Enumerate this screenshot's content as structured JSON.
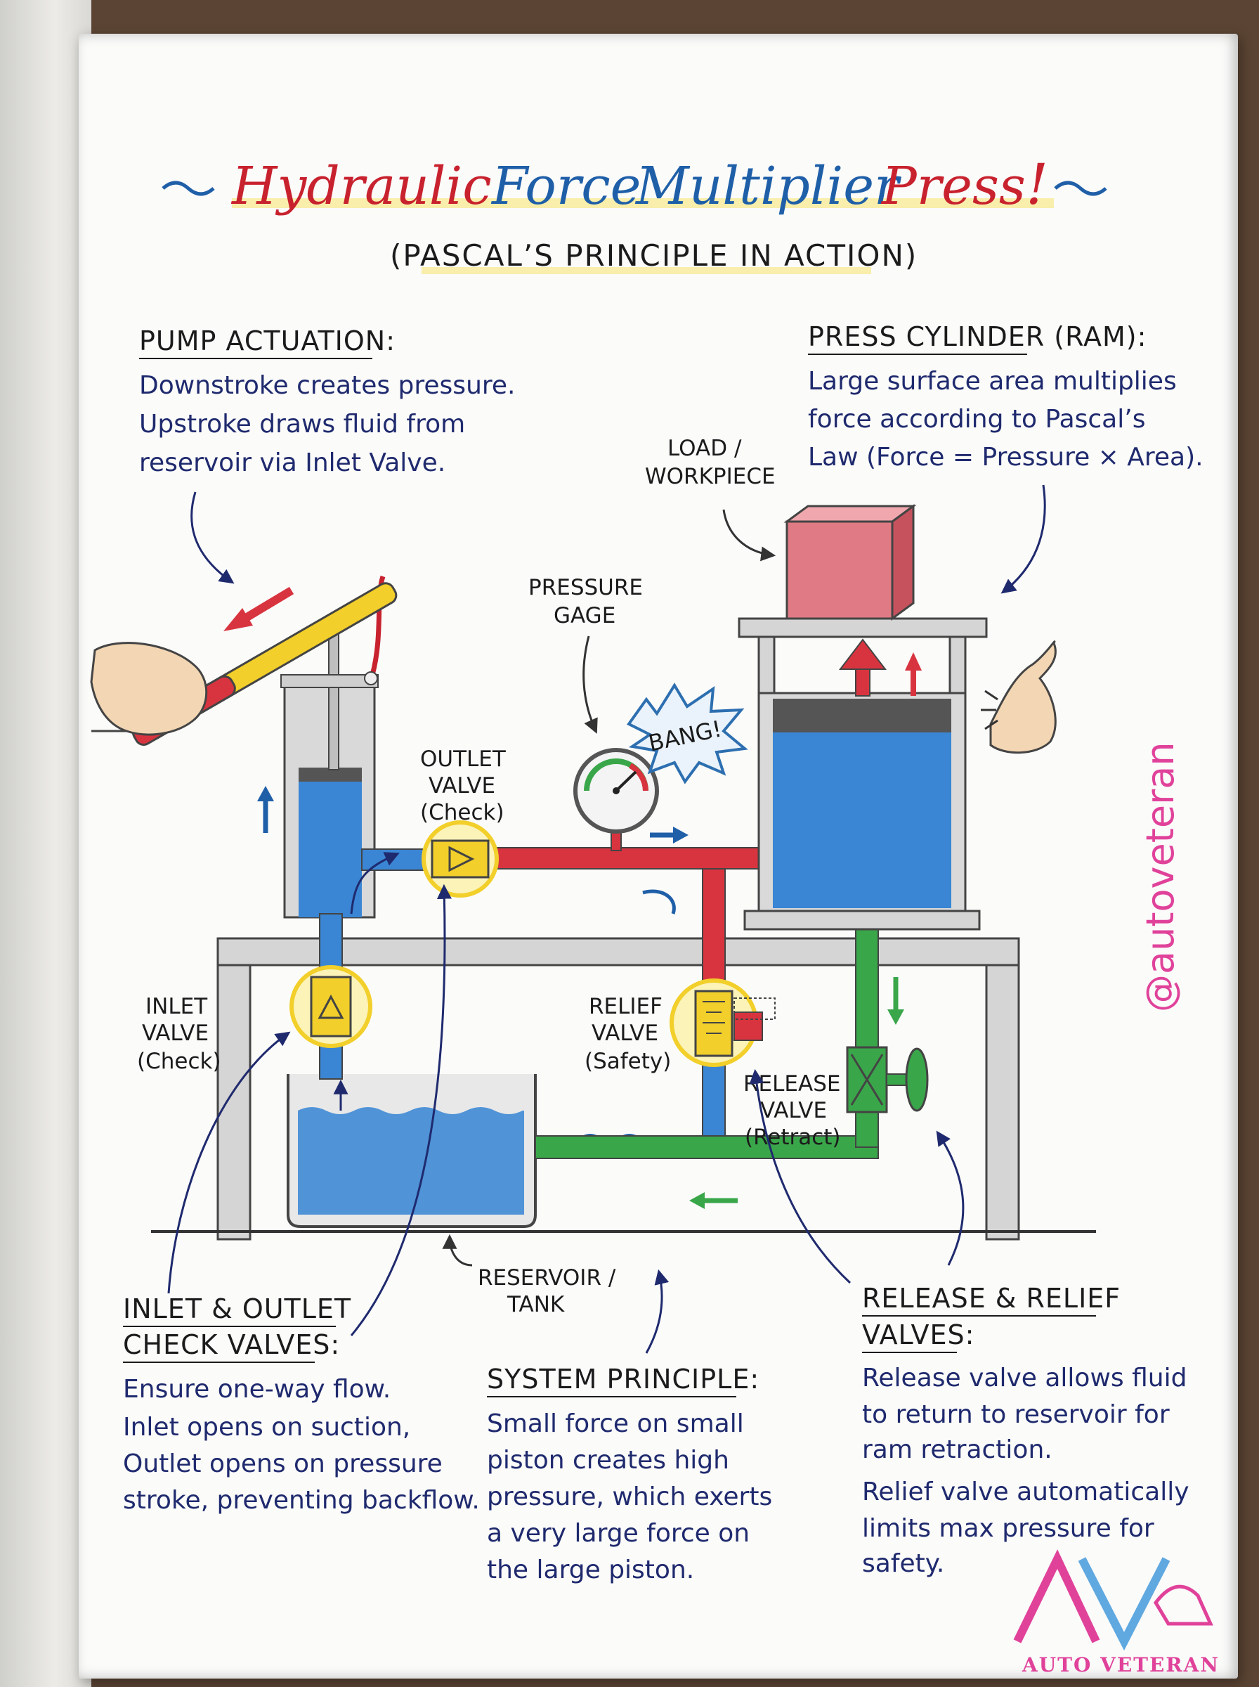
{
  "title": {
    "word1": "Hydraulic",
    "word2": "Force",
    "word3": "Multiplier",
    "word4": "Press",
    "exclaim": "!",
    "subtitle": "(PASCAL’S PRINCIPLE IN ACTION)"
  },
  "pump_actuation": {
    "heading": "PUMP ACTUATION:",
    "lines": [
      "Downstroke creates pressure.",
      "Upstroke draws fluid from",
      "reservoir via Inlet Valve."
    ]
  },
  "press_cylinder": {
    "heading": "PRESS CYLINDER (RAM):",
    "lines": [
      "Large surface area multiplies",
      "force according to Pascal’s",
      "Law (Force = Pressure × Area)."
    ]
  },
  "labels": {
    "load": [
      "LOAD /",
      "WORKPIECE"
    ],
    "pressure_gage": [
      "PRESSURE",
      "GAGE"
    ],
    "bang": "BANG!",
    "outlet_valve": [
      "OUTLET",
      "VALVE",
      "(Check)"
    ],
    "inlet_valve": [
      "INLET",
      "VALVE",
      "(Check)"
    ],
    "relief_valve": [
      "RELIEF",
      "VALVE",
      "(Safety)"
    ],
    "release_valve": [
      "RELEASE",
      "VALVE",
      "(Retract)"
    ],
    "reservoir": [
      "RESERVOIR /",
      "TANK"
    ]
  },
  "watermark": "@autoveteran",
  "check_valves": {
    "heading_lines": [
      "INLET & OUTLET",
      "CHECK VALVES:"
    ],
    "lines": [
      "Ensure one-way flow.",
      "Inlet opens on suction,",
      "Outlet opens on pressure",
      "stroke, preventing backflow."
    ]
  },
  "system_principle": {
    "heading": "SYSTEM PRINCIPLE:",
    "lines": [
      "Small force on small",
      "piston creates high",
      "pressure, which exerts",
      "a very large force on",
      "the large piston."
    ]
  },
  "release_relief": {
    "heading_lines": [
      "RELEASE & RELIEF",
      "VALVES:"
    ],
    "lines1": [
      "Release valve allows fluid",
      "to return to reservoir for",
      "ram retraction."
    ],
    "lines2": [
      "Relief valve automatically",
      "limits max pressure for",
      "safety."
    ]
  },
  "logo": {
    "letters": "AV",
    "text": "AUTO VETERAN"
  },
  "colors": {
    "fluid": "#3a86d4",
    "pressure_line": "#d8343f",
    "return_line": "#3aa64a",
    "valve": "#f2cf2a",
    "load": "#e07a84",
    "title_red": "#c8222e",
    "title_blue": "#1f5fa8",
    "ink": "#1f2a6e",
    "watermark": "#e0429a"
  }
}
